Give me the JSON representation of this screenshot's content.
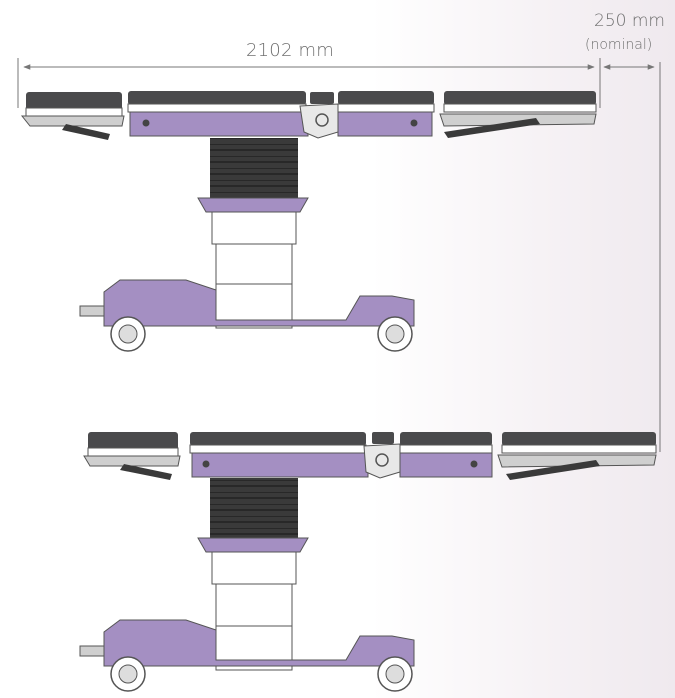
{
  "dimensions": {
    "overall_length": "2102 mm",
    "longitudinal_shift": "250 mm",
    "shift_note": "(nominal)"
  },
  "colors": {
    "frame": "#a48fc2",
    "pad": "#4a4a4c",
    "column": "#333333",
    "outline": "#555555",
    "dimension_line": "#777777"
  }
}
